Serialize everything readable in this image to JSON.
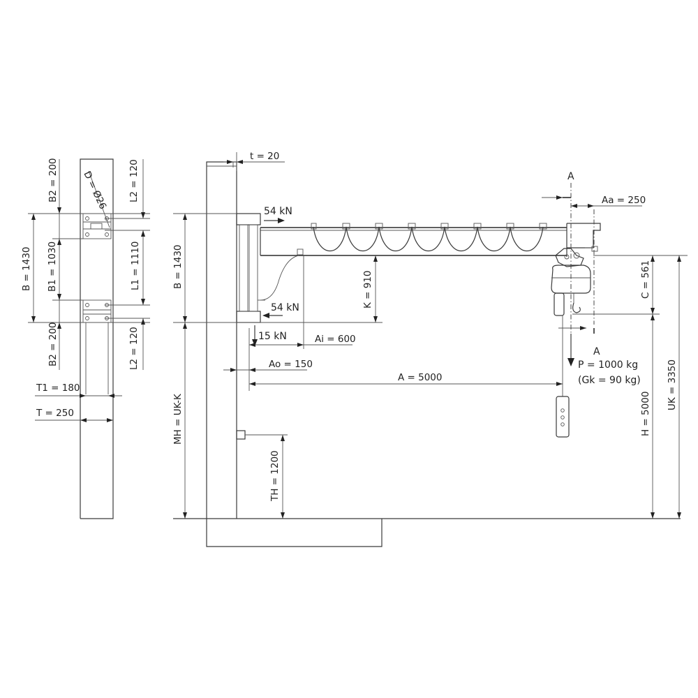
{
  "labels": {
    "B2_top": "B2 = 200",
    "D": "D = Ø26",
    "L2_top": "L2 = 120",
    "B_side": "B = 1430",
    "B1": "B1 = 1030",
    "L1": "L1 = 1110",
    "B2_bot": "B2 = 200",
    "L2_bot": "L2 = 120",
    "T1": "T1 = 180",
    "T": "T = 250",
    "t": "t = 20",
    "F_top": "54 kN",
    "F_bot": "54 kN",
    "F_vert": "15 kN",
    "B_main": "B = 1430",
    "MH": "MH = UK-K",
    "K": "K = 910",
    "Ai": "Ai = 600",
    "Ao": "Ao = 150",
    "A": "A = 5000",
    "TH": "TH = 1200",
    "section_top": "A",
    "section_bot": "A",
    "Aa": "Aa = 250",
    "C": "C = 561",
    "H": "H = 5000",
    "UK": "UK = 3350",
    "P": "P = 1000 kg",
    "Gk": "(Gk = 90 kg)"
  }
}
